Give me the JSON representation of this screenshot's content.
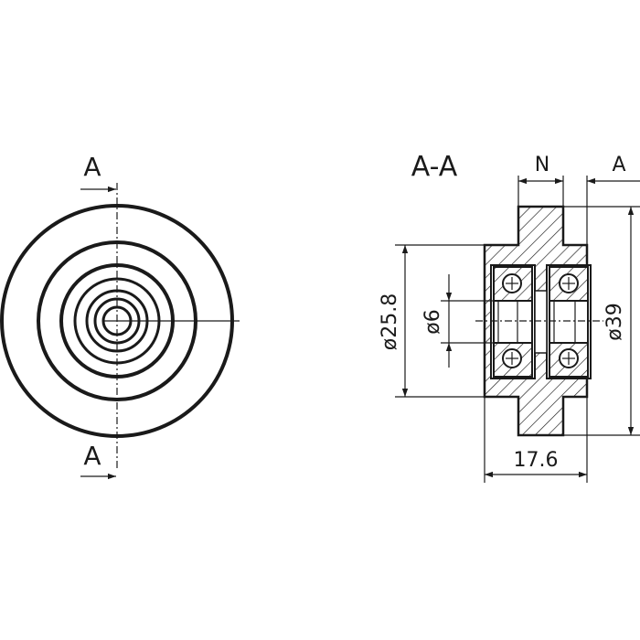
{
  "front_view": {
    "section_label_top": "A",
    "section_label_bottom": "A"
  },
  "section_view": {
    "title": "A-A",
    "dim_n": "N",
    "dim_a": "A",
    "dim_outer_dia": "ø39",
    "dim_hub_dia": "ø25.8",
    "dim_bore_dia": "ø6",
    "dim_width": "17.6"
  }
}
